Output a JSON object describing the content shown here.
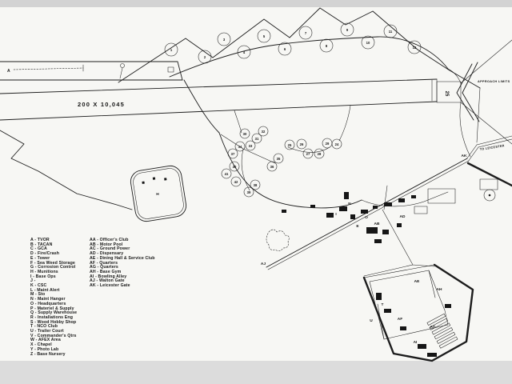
{
  "map": {
    "runway_label": "200 X 10,045",
    "runway_number": "25",
    "approach_label": "APPROACH LIMITS",
    "road_label": "TO LEICESTER",
    "tvor_marker": "A",
    "hardstands_north": [
      "1",
      "2",
      "3",
      "4",
      "5",
      "6",
      "7",
      "8",
      "9",
      "10",
      "11",
      "12"
    ],
    "hardstands_central": [
      "24",
      "25",
      "26",
      "27",
      "28",
      "29",
      "30",
      "31",
      "32",
      "33",
      "34",
      "35",
      "36",
      "37",
      "38",
      "39",
      "40",
      "41",
      "42"
    ],
    "site_labels": [
      {
        "id": "munitions",
        "label": "H"
      },
      {
        "id": "base-ops",
        "label": "I"
      },
      {
        "id": "tower",
        "label": "E"
      },
      {
        "id": "maint-hanger",
        "label": "N"
      },
      {
        "id": "headquarters",
        "label": "O"
      },
      {
        "id": "motor-pool",
        "label": "AB"
      },
      {
        "id": "dispensary",
        "label": "AD"
      },
      {
        "id": "dining-hall",
        "label": "AE"
      },
      {
        "id": "quarters-af",
        "label": "AF"
      },
      {
        "id": "quarters-ag",
        "label": "AG"
      },
      {
        "id": "base-gym",
        "label": "AH"
      },
      {
        "id": "bowling-alley",
        "label": "AI"
      },
      {
        "id": "walton-gate",
        "label": "AJ"
      },
      {
        "id": "leicester-gate",
        "label": "AK"
      },
      {
        "id": "nco-club",
        "label": "T"
      },
      {
        "id": "trailer-court",
        "label": "U"
      }
    ]
  },
  "legend": {
    "left": [
      "A - TVOR",
      "B - TACAN",
      "C - GCA",
      "D - Fire/Crash",
      "E - Tower",
      "F - Sea Weed Storage",
      "G - Corrosion Control",
      "H - Munitions",
      "I - Base Ops",
      "J -",
      "K - CSC",
      "L - Maint Alert",
      "M - Sto",
      "N - Maint Hanger",
      "O - Headquarters",
      "P - Materiel & Supply",
      "Q - Supply Warehouse",
      "R - Installations Eng",
      "S - Wood Hobby Shop",
      "T - NCO Club",
      "U - Trailer Court",
      "V - Commander's Qtrs",
      "W - AFEX Area",
      "X - Chapel",
      "Y - Photo Lab",
      "Z - Base Nursery"
    ],
    "right": [
      "AA - Officer's Club",
      "AB - Motor Pool",
      "AC - Ground Power",
      "AD - Dispensary",
      "AE - Dining Hall & Service Club",
      "AF - Quarters",
      "AG - Quarters",
      "AH - Base Gym",
      "AI - Bowling Alley",
      "AJ - Walton Gate",
      "AK - Leicester Gate"
    ]
  }
}
